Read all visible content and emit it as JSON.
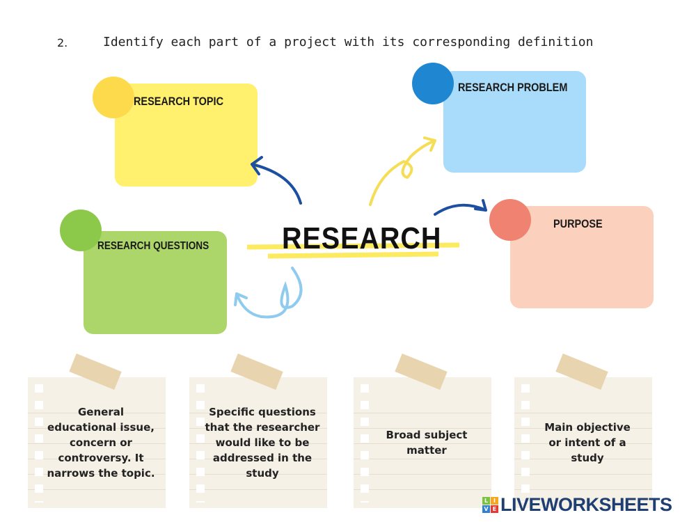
{
  "question": {
    "number": "2.",
    "instruction": "Identify each part of a project with its corresponding definition"
  },
  "center_label": "RESEARCH",
  "boxes": [
    {
      "label": "RESEARCH TOPIC",
      "color": "#fff06e",
      "circle": "#fdd94c"
    },
    {
      "label": "RESEARCH PROBLEM",
      "color": "#a9dbfa",
      "circle": "#1f86d1"
    },
    {
      "label": "RESEARCH QUESTIONS",
      "color": "#acd56a",
      "circle": "#8cc94b"
    },
    {
      "label": "PURPOSE",
      "color": "#fbd0bd",
      "circle": "#ef8270"
    }
  ],
  "notes": [
    "General educational issue, concern or controversy. It narrows the topic.",
    "Specific questions that the researcher would like to be addressed in the study",
    "Broad subject matter",
    "Main objective or intent of a study"
  ],
  "logo": {
    "text": "LIVEWORKSHEETS",
    "letters": [
      "L",
      "I",
      "V",
      "E"
    ]
  }
}
